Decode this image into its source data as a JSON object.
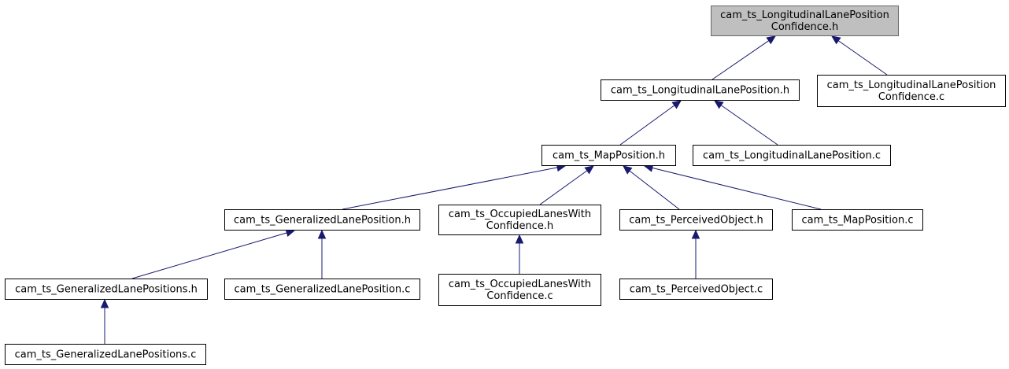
{
  "nodes": [
    {
      "id": "root",
      "lines": [
        "cam_ts_LongitudinalLanePosition",
        "Confidence.h"
      ],
      "highlighted": true
    },
    {
      "id": "llp_h",
      "lines": [
        "cam_ts_LongitudinalLanePosition.h"
      ]
    },
    {
      "id": "llpc_c",
      "lines": [
        "cam_ts_LongitudinalLanePosition",
        "Confidence.c"
      ]
    },
    {
      "id": "mp_h",
      "lines": [
        "cam_ts_MapPosition.h"
      ]
    },
    {
      "id": "llp_c",
      "lines": [
        "cam_ts_LongitudinalLanePosition.c"
      ]
    },
    {
      "id": "glp_h",
      "lines": [
        "cam_ts_GeneralizedLanePosition.h"
      ]
    },
    {
      "id": "olwc_h",
      "lines": [
        "cam_ts_OccupiedLanesWith",
        "Confidence.h"
      ]
    },
    {
      "id": "po_h",
      "lines": [
        "cam_ts_PerceivedObject.h"
      ]
    },
    {
      "id": "mp_c",
      "lines": [
        "cam_ts_MapPosition.c"
      ]
    },
    {
      "id": "glps_h",
      "lines": [
        "cam_ts_GeneralizedLanePositions.h"
      ]
    },
    {
      "id": "glp_c",
      "lines": [
        "cam_ts_GeneralizedLanePosition.c"
      ]
    },
    {
      "id": "olwc_c",
      "lines": [
        "cam_ts_OccupiedLanesWith",
        "Confidence.c"
      ]
    },
    {
      "id": "po_c",
      "lines": [
        "cam_ts_PerceivedObject.c"
      ]
    },
    {
      "id": "glps_c",
      "lines": [
        "cam_ts_GeneralizedLanePositions.c"
      ]
    }
  ],
  "edges": [
    {
      "from": "llp_h",
      "to": "root"
    },
    {
      "from": "llpc_c",
      "to": "root"
    },
    {
      "from": "mp_h",
      "to": "llp_h"
    },
    {
      "from": "llp_c",
      "to": "llp_h"
    },
    {
      "from": "glp_h",
      "to": "mp_h"
    },
    {
      "from": "olwc_h",
      "to": "mp_h"
    },
    {
      "from": "po_h",
      "to": "mp_h"
    },
    {
      "from": "mp_c",
      "to": "mp_h"
    },
    {
      "from": "glps_h",
      "to": "glp_h"
    },
    {
      "from": "glp_c",
      "to": "glp_h"
    },
    {
      "from": "olwc_c",
      "to": "olwc_h"
    },
    {
      "from": "po_c",
      "to": "po_h"
    },
    {
      "from": "glps_c",
      "to": "glps_h"
    }
  ],
  "colors": {
    "edge": "#191970",
    "root_fill": "#bfbfbf",
    "root_border": "#666666",
    "node_fill": "#ffffff",
    "node_border": "#000000"
  }
}
